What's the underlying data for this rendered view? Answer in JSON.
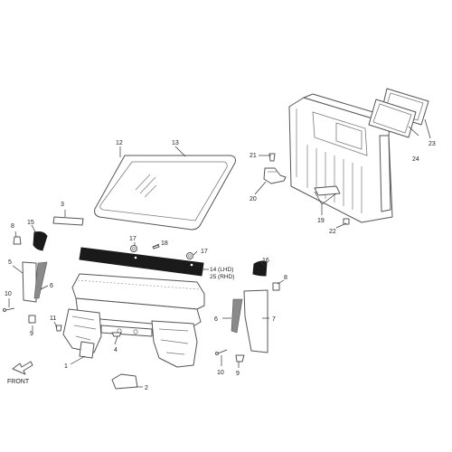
{
  "callouts": {
    "c1": "1",
    "c2": "2",
    "c3": "3",
    "c4": "4",
    "c5": "5",
    "c6a": "6",
    "c6b": "6",
    "c7": "7",
    "c8a": "8",
    "c8b": "8",
    "c9a": "9",
    "c9b": "9",
    "c10a": "10",
    "c10b": "10",
    "c11": "11",
    "c12": "12",
    "c13": "13",
    "c15": "15",
    "c16": "16",
    "c17a": "17",
    "c17b": "17",
    "c18": "18",
    "c19": "19",
    "c20": "20",
    "c21": "21",
    "c22": "22",
    "c23": "23",
    "c24": "24"
  },
  "label_14": "14 (LHD)",
  "label_25": "25 (RHD)",
  "front_label": "FRONT",
  "icons": {
    "front_direction": "front-arrow-icon"
  }
}
